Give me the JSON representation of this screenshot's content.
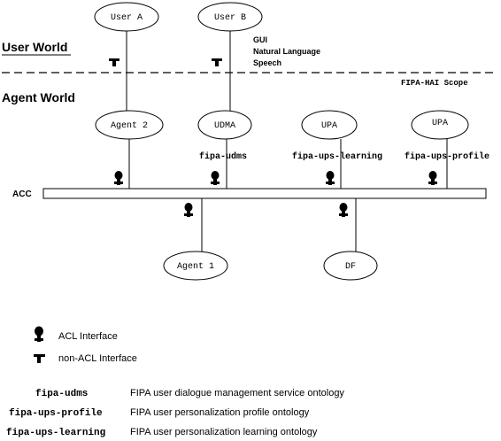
{
  "worlds": {
    "user": "User World",
    "agent": "Agent World"
  },
  "scope_label": "FIPA-HAI Scope",
  "interaction_modes": [
    "GUI",
    "Natural Language",
    "Speech"
  ],
  "acc_label": "ACC",
  "nodes": {
    "user_a": "User A",
    "user_b": "User B",
    "agent_2": "Agent 2",
    "udma": "UDMA",
    "upa_1": "UPA",
    "upa_2": "UPA",
    "agent_1": "Agent 1",
    "df": "DF"
  },
  "ontology_tags": {
    "udma": "fipa-udms",
    "upa_1": "fipa-ups-learning",
    "upa_2": "fipa-ups-profile"
  },
  "legend": {
    "acl": "ACL Interface",
    "non_acl": "non-ACL Interface"
  },
  "ontologies": [
    {
      "term": "fipa-udms",
      "desc": "FIPA user dialogue management service ontology"
    },
    {
      "term": "fipa-ups-profile",
      "desc": "FIPA  user personalization profile ontology"
    },
    {
      "term": "fipa-ups-learning",
      "desc": "FIPA user personalization learning ontology"
    }
  ],
  "colors": {
    "ink": "#000000",
    "background": "#ffffff"
  }
}
